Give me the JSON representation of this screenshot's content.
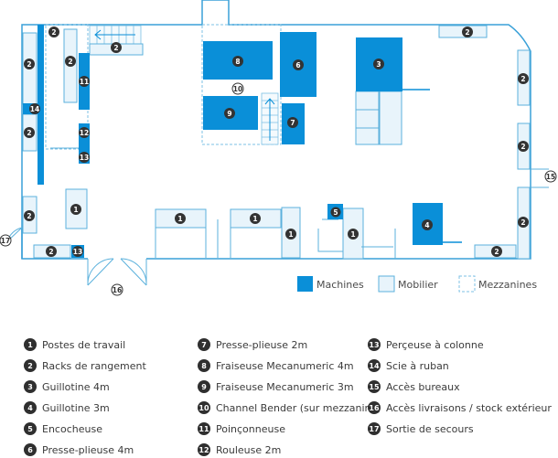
{
  "plan_labels": {
    "m1": "1",
    "m2": "2",
    "m3": "3",
    "m4": "4",
    "m5": "5",
    "m6": "6",
    "m7": "7",
    "m8": "8",
    "m9": "9",
    "m10": "10",
    "m11": "11",
    "m12": "12",
    "m13": "13",
    "m14": "14",
    "m15": "15",
    "m16": "16",
    "m17": "17"
  },
  "key": {
    "machines": "Machines",
    "mobilier": "Mobilier",
    "mezzanines": "Mezzanines"
  },
  "legend": [
    {
      "num": "1",
      "label": "Postes de travail"
    },
    {
      "num": "2",
      "label": "Racks de rangement"
    },
    {
      "num": "3",
      "label": "Guillotine 4m"
    },
    {
      "num": "4",
      "label": "Guillotine 3m"
    },
    {
      "num": "5",
      "label": "Encocheuse"
    },
    {
      "num": "6",
      "label": "Presse-plieuse 4m"
    },
    {
      "num": "7",
      "label": "Presse-plieuse 2m"
    },
    {
      "num": "8",
      "label": "Fraiseuse Mecanumeric 4m"
    },
    {
      "num": "9",
      "label": "Fraiseuse Mecanumeric 3m"
    },
    {
      "num": "10",
      "label": "Channel Bender (sur mezzanine)"
    },
    {
      "num": "11",
      "label": "Poinçonneuse"
    },
    {
      "num": "12",
      "label": "Rouleuse 2m"
    },
    {
      "num": "13",
      "label": "Perçeuse à colonne"
    },
    {
      "num": "14",
      "label": "Scie à ruban"
    },
    {
      "num": "15",
      "label": "Accès bureaux"
    },
    {
      "num": "16",
      "label": "Accès livraisons / stock extérieur"
    },
    {
      "num": "17",
      "label": "Sortie de secours"
    }
  ],
  "colors": {
    "machine": "#0a8fd8",
    "furniture_fill": "#e8f4fb",
    "furniture_stroke": "#5bb1dc",
    "wall": "#3aa1d8",
    "marker": "#333333"
  }
}
